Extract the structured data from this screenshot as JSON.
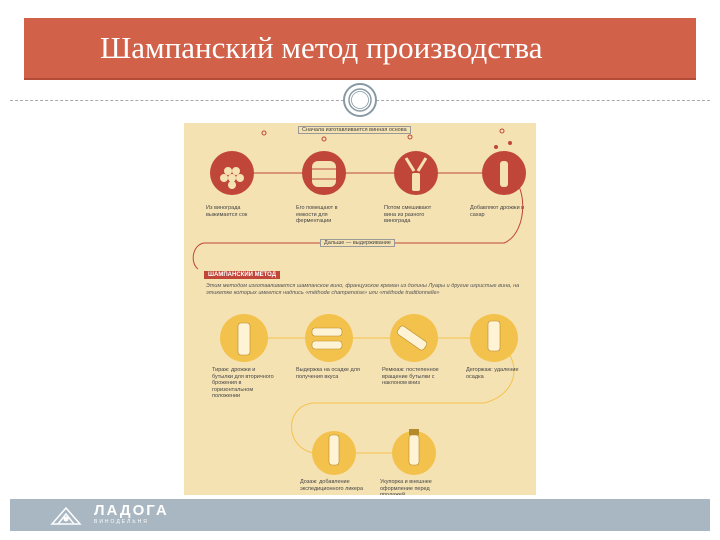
{
  "slide": {
    "title": "Шампанский метод производства"
  },
  "infographic": {
    "top_label": "Сначала изготавливается винная основа",
    "steps_top": [
      "Из винограда выжимается сок",
      "Его помещают в емкости для ферментации",
      "Потом смешивают вина из разного винограда",
      "Добавляют дрожжи и сахар"
    ],
    "mid_label": "Дальше — выдерживание",
    "section_title": "ШАМПАНСКИЙ МЕТОД",
    "section_text": "Этим методом изготавливается шампанское вино, французское креман из долины Луары и другие игристые вина, на этикетке которых имеется надпись «méthode champenoise» или «méthode traditionnelle»",
    "steps_mid": [
      "Тираж: дрожжи и бутылки для вторичного брожения в горизонтальном положении",
      "Выдержка на осадке для получения вкуса",
      "Ремюаж: постепенное вращение бутылки с наклоном вниз",
      "Дегоржаж: удаление осадка"
    ],
    "steps_bottom": [
      "Дозаж: добавление экспедиционного ликера",
      "Укупорка и внешнее оформление перед продажей"
    ]
  },
  "footer": {
    "logo_text": "ЛАДОГА",
    "logo_sub": "ВИНОДЕЛЬНЯ"
  },
  "colors": {
    "title_bar": "#d2614a",
    "infographic_bg": "#f5e2b3",
    "accent_red": "#c0463a",
    "footer_bar": "#a8b7c1"
  }
}
